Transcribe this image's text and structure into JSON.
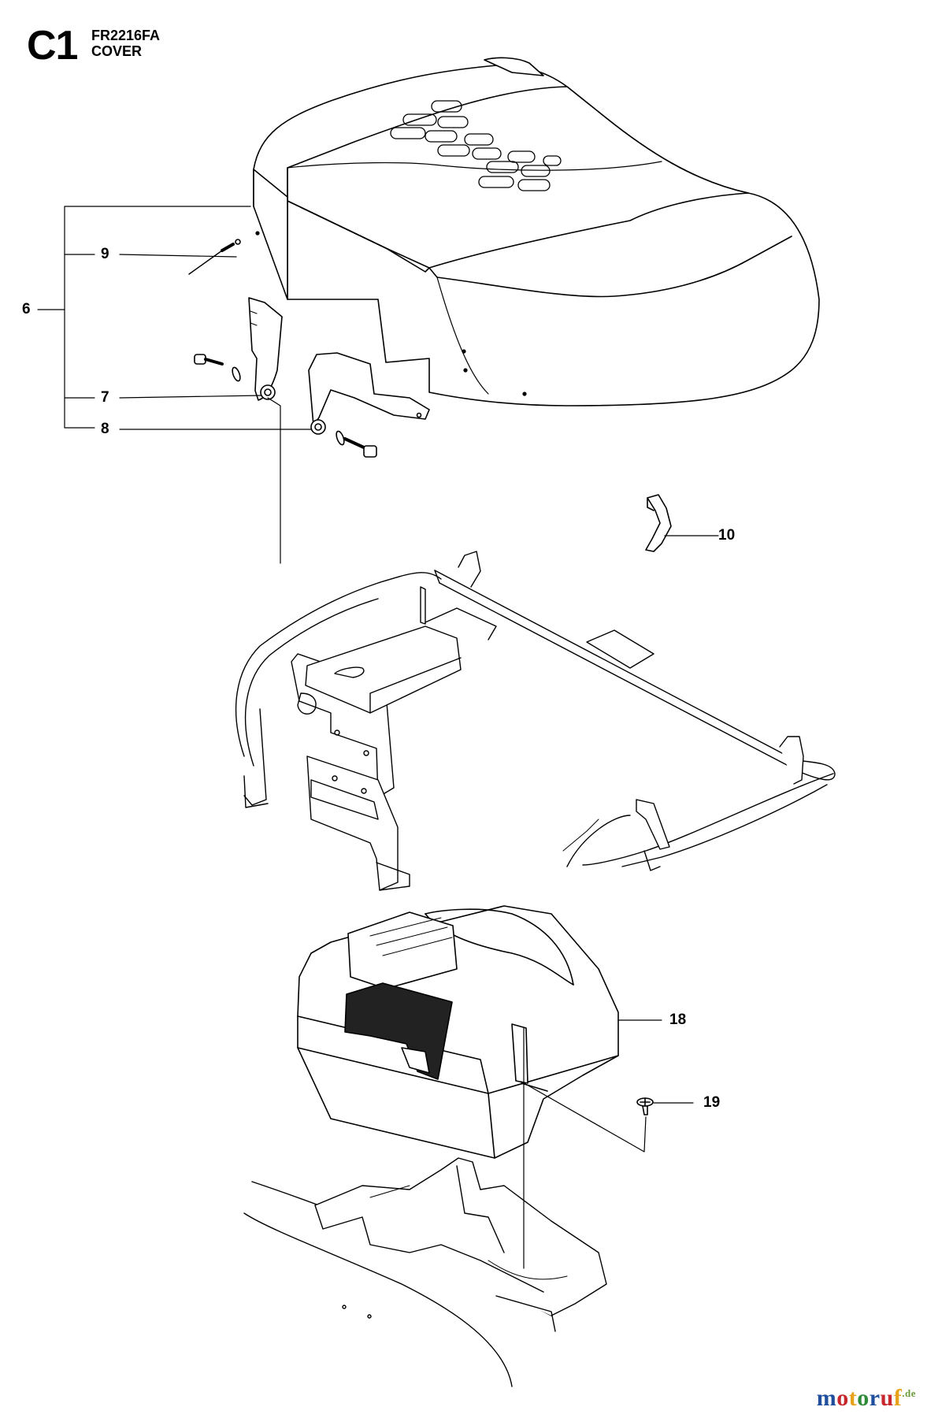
{
  "header": {
    "section_code": "C1",
    "model": "FR2216FA",
    "title": "COVER"
  },
  "callouts": [
    {
      "id": "6",
      "label": "6"
    },
    {
      "id": "9",
      "label": "9"
    },
    {
      "id": "7",
      "label": "7"
    },
    {
      "id": "8",
      "label": "8"
    },
    {
      "id": "10",
      "label": "10"
    },
    {
      "id": "18",
      "label": "18"
    },
    {
      "id": "19",
      "label": "19"
    }
  ],
  "watermark": {
    "text": "motoruf",
    "suffix": ".de",
    "colors": [
      "#1f4e9c",
      "#c8282d",
      "#e8a21a",
      "#2e8b3a",
      "#1f4e9c",
      "#c8282d",
      "#e8a21a"
    ]
  }
}
